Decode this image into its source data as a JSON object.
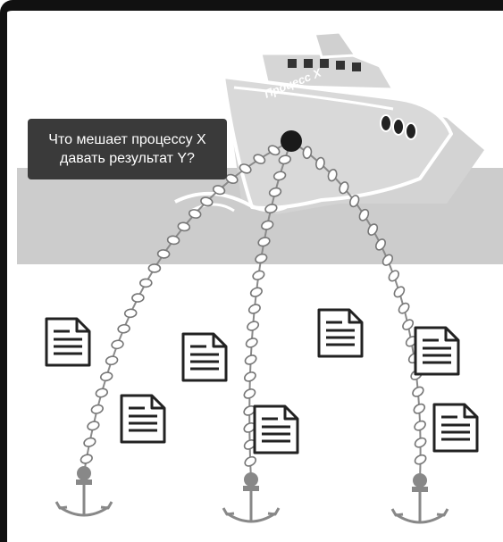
{
  "question": {
    "line1": "Что мешает процессу X",
    "line2": "давать результат Y?"
  },
  "ship": {
    "label": "Процесс X"
  },
  "colors": {
    "sea": "#cccccc",
    "ship_body": "#d9d9d9",
    "ship_outline": "#ffffff",
    "chain": "#777777",
    "anchor": "#888888",
    "doc_stroke": "#222222",
    "bubble_bg": "#3a3a3a",
    "hub": "#1a1a1a"
  },
  "icons": {
    "documents": "document-icon",
    "anchors": "anchor-icon",
    "ship": "ship-icon"
  }
}
